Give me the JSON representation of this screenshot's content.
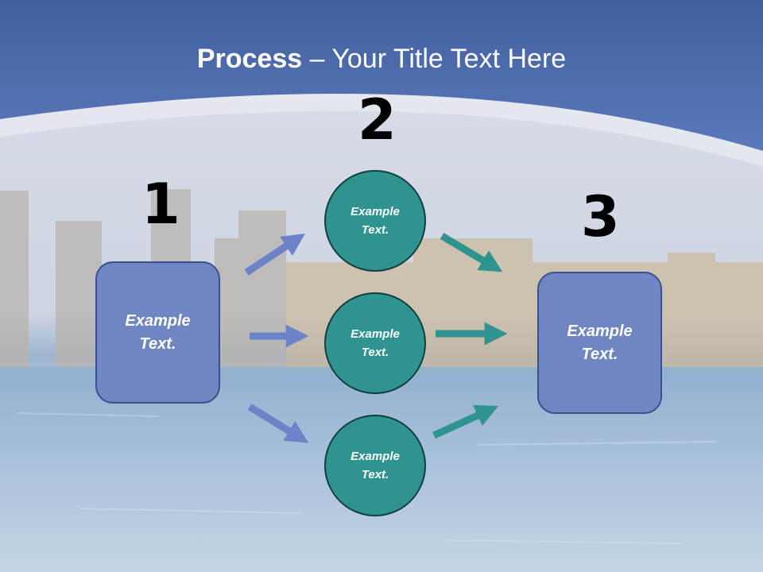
{
  "title": {
    "bold": "Process",
    "rest": " – Your Title Text Here"
  },
  "colors": {
    "box_fill": "#6f86c3",
    "circle_fill": "#2f9490",
    "header_band": "#4f6db0",
    "arrow_blue": "#6c83c8",
    "arrow_teal": "#2f9490"
  },
  "steps": [
    {
      "number": "1",
      "text_line1": "Example",
      "text_line2": "Text."
    },
    {
      "number": "2",
      "circles": [
        {
          "text_line1": "Example",
          "text_line2": "Text."
        },
        {
          "text_line1": "Example",
          "text_line2": "Text."
        },
        {
          "text_line1": "Example",
          "text_line2": "Text."
        }
      ]
    },
    {
      "number": "3",
      "text_line1": "Example",
      "text_line2": "Text."
    }
  ]
}
